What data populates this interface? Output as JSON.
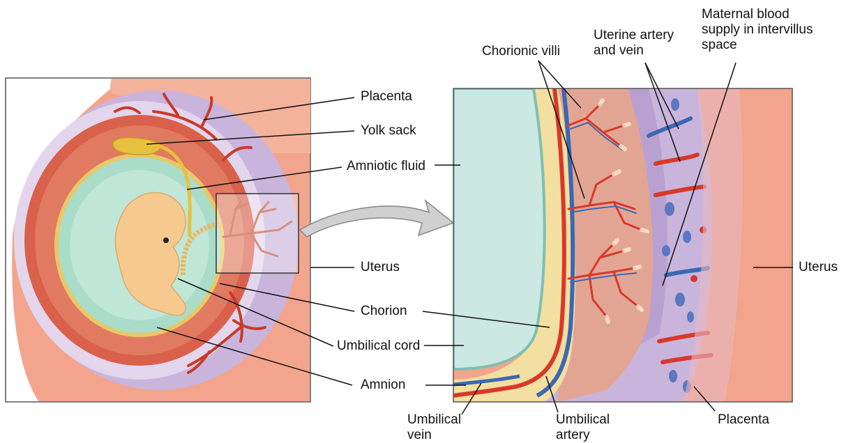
{
  "labels": {
    "placenta_left": "Placenta",
    "yolk_sack": "Yolk sack",
    "amniotic_fluid": "Amniotic fluid",
    "uterus_left": "Uterus",
    "chorion": "Chorion",
    "umbilical_cord": "Umbilical cord",
    "amnion": "Amnion",
    "chorionic_villi": "Chorionic villi",
    "uterine_artery_vein": "Uterine artery and vein",
    "maternal_blood": "Maternal blood supply in intervillus space",
    "uterus_right": "Uterus",
    "umbilical_vein": "Umbilical vein",
    "umbilical_artery": "Umbilical artery",
    "placenta_right": "Placenta"
  },
  "colors": {
    "uterus": "#f2a48c",
    "uterus_light": "#f7c2ae",
    "placenta_purple": "#c9b4dc",
    "placenta_dark": "#9d7fc0",
    "chorion_red": "#d9604a",
    "amniotic": "#a9dcc9",
    "amnion_yellow": "#e8c868",
    "embryo": "#f6c98e",
    "artery": "#d8382a",
    "vein": "#3a68b4",
    "villi_bg": "#e3a593",
    "fluid_panel": "#cbe8e3"
  }
}
